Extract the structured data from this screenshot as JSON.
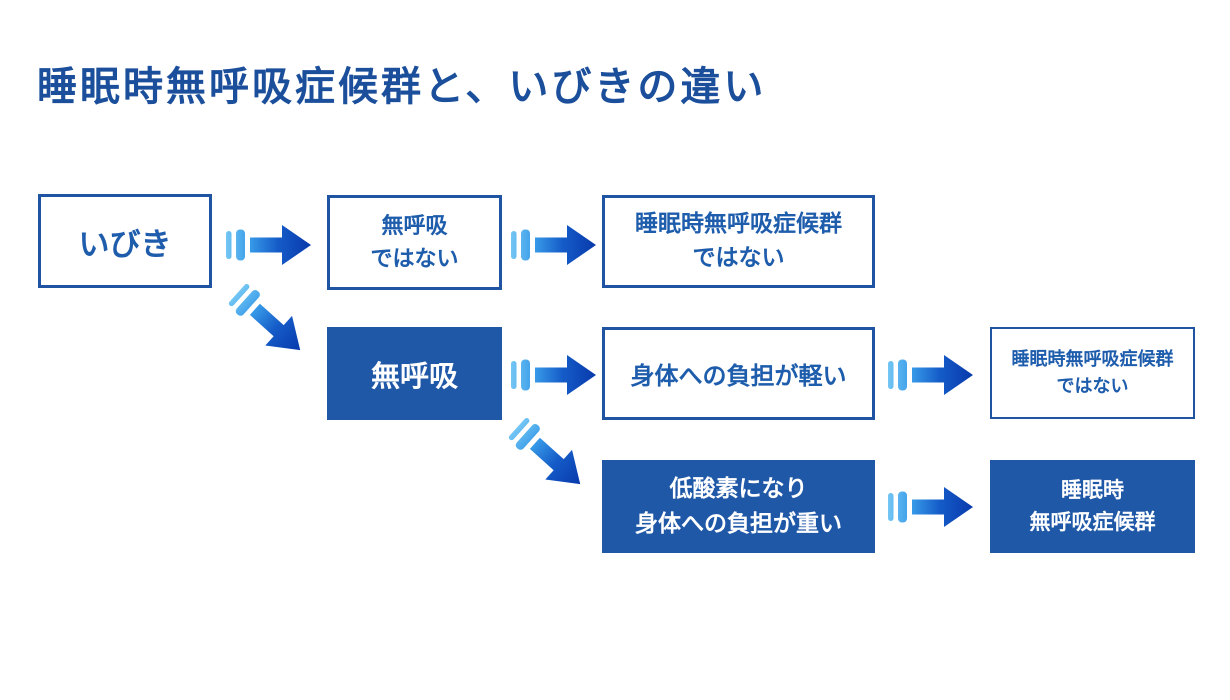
{
  "title": "睡眠時無呼吸症候群と、いびきの違い",
  "colors": {
    "background": "#ffffff",
    "title_text": "#1b4f9b",
    "box_border": "#1f54a2",
    "box_text": "#1e5cac",
    "box_fill": "#2058a8",
    "box_fill_text": "#ffffff",
    "arrow_gradient_start": "#74c6f4",
    "arrow_gradient_end": "#0838aa"
  },
  "flowchart": {
    "nodes": [
      {
        "id": "ibiki",
        "style": "outline",
        "lines": [
          "いびき"
        ]
      },
      {
        "id": "not-apnea",
        "style": "outline",
        "lines": [
          "無呼吸",
          "ではない"
        ]
      },
      {
        "id": "not-sas-top",
        "style": "outline",
        "lines": [
          "睡眠時無呼吸症候群",
          "ではない"
        ]
      },
      {
        "id": "apnea",
        "style": "filled",
        "lines": [
          "無呼吸"
        ]
      },
      {
        "id": "light-burden",
        "style": "outline",
        "lines": [
          "身体への負担が軽い"
        ]
      },
      {
        "id": "not-sas-mid",
        "style": "outline",
        "lines": [
          "睡眠時無呼吸症候群",
          "ではない"
        ]
      },
      {
        "id": "hypoxia",
        "style": "filled",
        "lines": [
          "低酸素になり",
          "身体への負担が重い"
        ]
      },
      {
        "id": "sas",
        "style": "filled",
        "lines": [
          "睡眠時",
          "無呼吸症候群"
        ]
      }
    ],
    "arrows": [
      {
        "from": "ibiki",
        "to": "not-apnea",
        "direction": "right"
      },
      {
        "from": "not-apnea",
        "to": "not-sas-top",
        "direction": "right"
      },
      {
        "from": "ibiki",
        "to": "apnea",
        "direction": "down-right"
      },
      {
        "from": "apnea",
        "to": "light-burden",
        "direction": "right"
      },
      {
        "from": "apnea",
        "to": "hypoxia",
        "direction": "down-right"
      },
      {
        "from": "light-burden",
        "to": "not-sas-mid",
        "direction": "right"
      },
      {
        "from": "hypoxia",
        "to": "sas",
        "direction": "right"
      }
    ]
  }
}
